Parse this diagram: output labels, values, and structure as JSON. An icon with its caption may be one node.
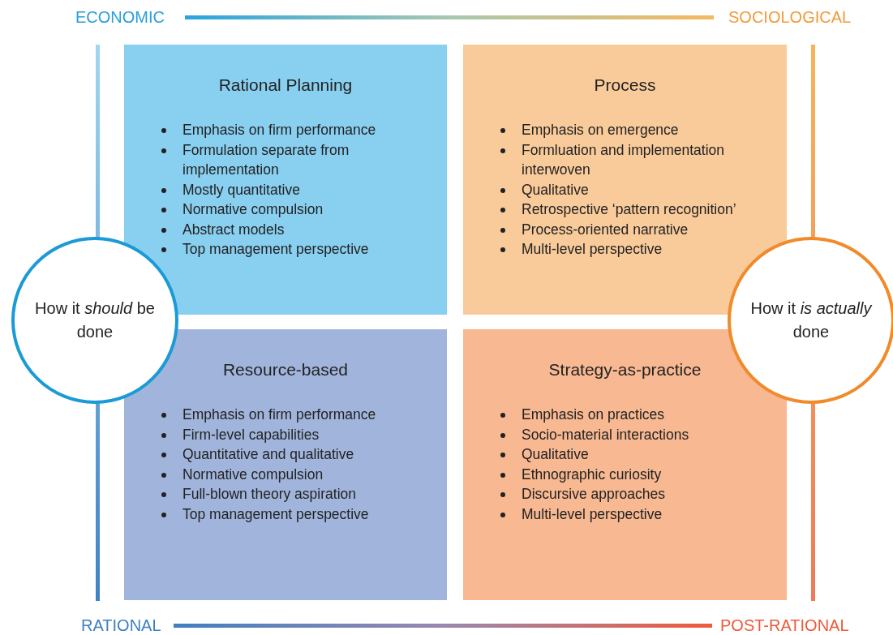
{
  "diagram": {
    "nodes": [
      {
        "text": [
          "Rational Planning",
          "Emphasis on firm performance",
          "Formulation separate from implementation",
          "Mostly quantitative",
          "Normative compulsion",
          "Abstract models",
          "Top management perspective"
        ]
      },
      {
        "text": [
          "Process",
          "Emphasis on emergence",
          "Formluation and implementation interwoven",
          "Qualitative",
          "Retrospective ‘pattern recognition’",
          "Process-oriented narrative",
          "Multi-level perspective"
        ]
      },
      {
        "text": [
          "Resource-based",
          "Emphasis on firm performance",
          "Firm-level capabilities",
          "Quantitative and qualitative",
          "Normative compulsion",
          "Full-blown theory aspiration",
          "Top management perspective"
        ]
      },
      {
        "text": [
          "Strategy-as-practice",
          "Emphasis on practices",
          "Socio-material interactions",
          "Qualitative",
          "Ethnographic curiosity",
          "Discursive approaches",
          "Multi-level perspective"
        ]
      },
      {
        "text": [
          "How it *should* be done"
        ]
      },
      {
        "text": [
          "How it *is actually* done"
        ]
      }
    ],
    "edges": [],
    "labels": [
      "ECONOMIC",
      "SOCIOLOGICAL",
      "RATIONAL",
      "POST-RATIONAL"
    ]
  }
}
